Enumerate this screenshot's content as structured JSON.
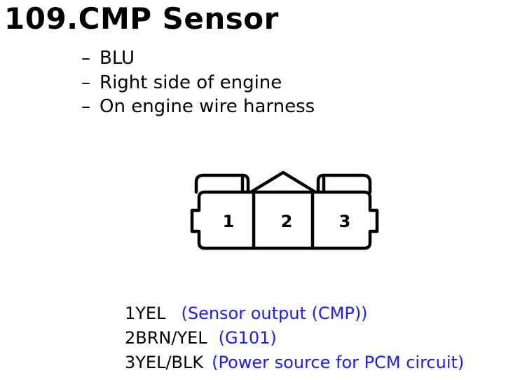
{
  "title": "109.CMP Sensor",
  "bullets": [
    {
      "dash": "–",
      "text": "BLU"
    },
    {
      "dash": "–",
      "text": "Right side of engine"
    },
    {
      "dash": "–",
      "text": "On engine wire harness"
    }
  ],
  "connector": {
    "pin_labels": [
      "1",
      "2",
      "3"
    ]
  },
  "pins": [
    {
      "wire": "1YEL",
      "desc": "(Sensor output (CMP))"
    },
    {
      "wire": "2BRN/YEL",
      "desc": "(G101)"
    },
    {
      "wire": "3YEL/BLK",
      "desc": "(Power source for PCM circuit)"
    }
  ],
  "colors": {
    "text": "#000000",
    "description": "#1a1aff",
    "outline": "#000000"
  }
}
